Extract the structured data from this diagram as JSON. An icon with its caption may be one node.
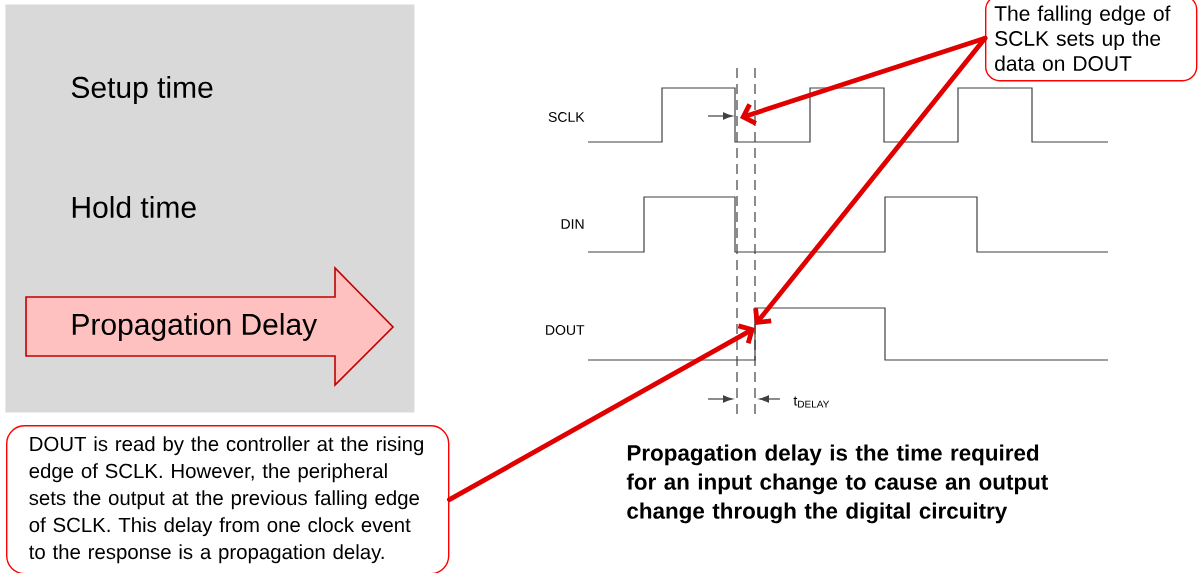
{
  "diagram": {
    "caption": "Propagation delay is the time required for an input change to cause an output change through the digital circuitry",
    "nodes": [
      {
        "text": [
          "Setup time",
          "Hold time"
        ]
      },
      {
        "text": [
          "Propagation Delay"
        ],
        "in": 0
      },
      {
        "text": [
          "The falling edge of SCLK sets up the data on DOUT"
        ]
      },
      {
        "text": [
          "DOUT is read by the controller at the rising edge of SCLK. However, the peripheral sets the output at the previous falling edge of SCLK. This delay from one clock event to the response is a propagation delay."
        ]
      }
    ],
    "edges": [
      {
        "from": 2,
        "to": null,
        "arrow": "to"
      },
      {
        "from": 2,
        "to": null,
        "arrow": "to"
      },
      {
        "from": 3,
        "to": null,
        "arrow": "to"
      }
    ],
    "labels": [
      "SCLK",
      "DIN",
      "DOUT",
      "t$_{DELAY}$"
    ]
  }
}
